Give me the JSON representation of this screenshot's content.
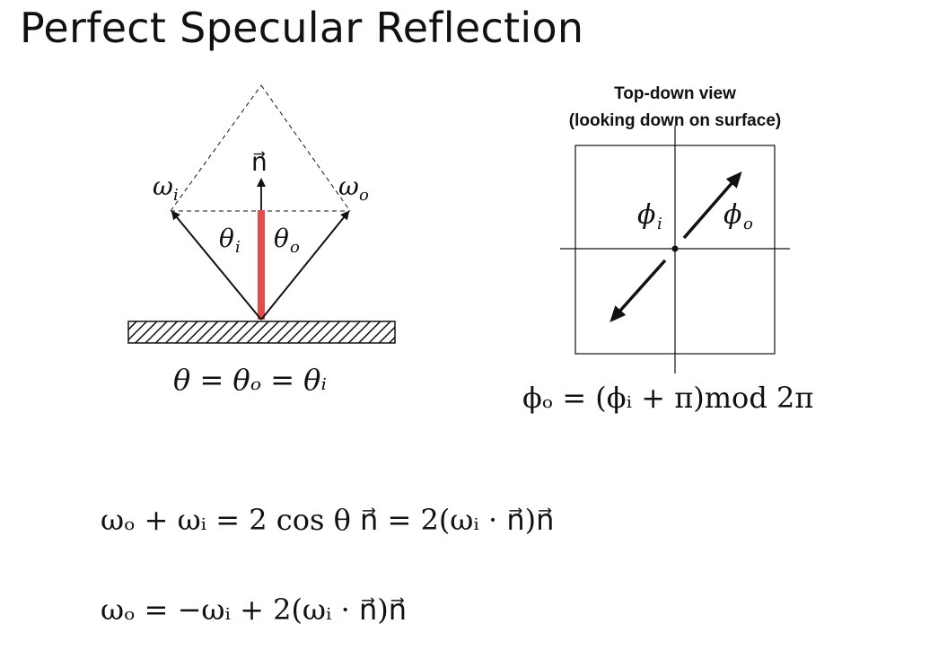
{
  "slide": {
    "title": "Perfect Specular Reflection"
  },
  "left_diagram": {
    "labels": {
      "normal": "n⃗",
      "omega_i": "ω",
      "omega_i_sub": "i",
      "omega_o": "ω",
      "omega_o_sub": "o",
      "theta_i": "θ",
      "theta_i_sub": "i",
      "theta_o": "θ",
      "theta_o_sub": "o"
    },
    "normal_color": "#e34c4c",
    "equation": "θ = θₒ = θᵢ"
  },
  "right_diagram": {
    "caption_line1": "Top-down view",
    "caption_line2": "(looking down on surface)",
    "labels": {
      "phi_i": "ϕ",
      "phi_i_sub": "i",
      "phi_o": "ϕ",
      "phi_o_sub": "o"
    },
    "equation": "ϕₒ = (ϕᵢ + π)mod 2π"
  },
  "equations": {
    "eq1": "ωₒ + ωᵢ = 2 cos θ n⃗ = 2(ωᵢ · n⃗)n⃗",
    "eq2": "ωₒ = −ωᵢ + 2(ωᵢ · n⃗)n⃗"
  }
}
